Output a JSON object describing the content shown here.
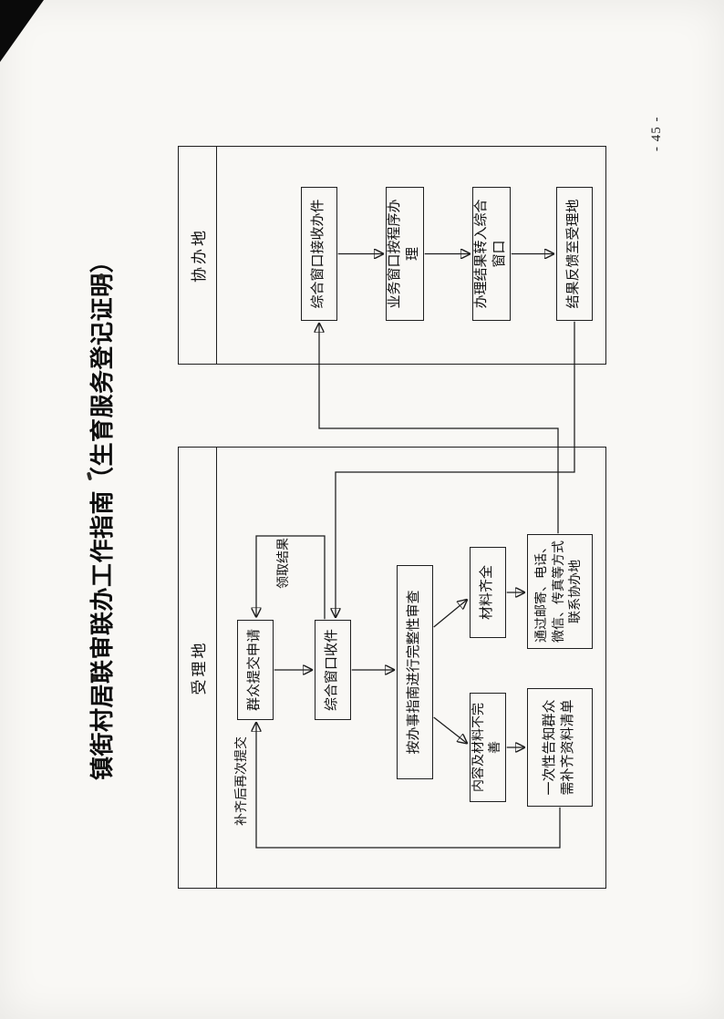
{
  "title": "镇街村居联审联办工作指南（生育服务登记证明）",
  "page_number": "- 45 -",
  "accept": {
    "label": "受理地",
    "apply": "群众提交申请",
    "receive": "综合窗口收件",
    "review": "按办事指南进行完整性审查",
    "complete": "材料齐全",
    "incomplete": "内容及材料不完善",
    "contact": "通过邮寄、电话、微信、传真等方式联系协办地",
    "notify": "一次性告知群众需补齐资料清单",
    "collect_label": "领取结果",
    "resubmit_label": "补齐后再次提交"
  },
  "assist": {
    "label": "协办地",
    "receive_item": "综合窗口接收办件",
    "process": "业务窗口按程序办理",
    "transfer": "办理结果转入综合窗口",
    "feedback": "结果反馈至受理地"
  }
}
